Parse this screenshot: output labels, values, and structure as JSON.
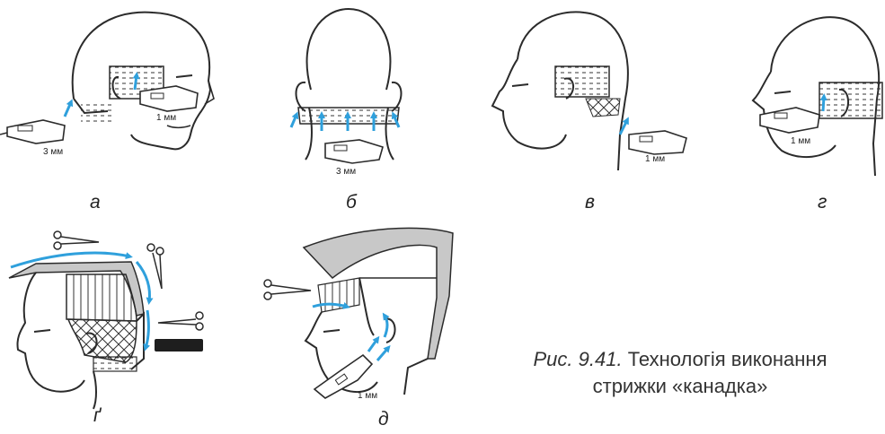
{
  "panels": [
    {
      "id": "a",
      "label": "а",
      "annotations": [
        "3 мм",
        "1 мм"
      ]
    },
    {
      "id": "b",
      "label": "б",
      "annotations": [
        "3 мм"
      ]
    },
    {
      "id": "v",
      "label": "в",
      "annotations": [
        "1 мм"
      ]
    },
    {
      "id": "h",
      "label": "г",
      "annotations": [
        "1 мм"
      ]
    },
    {
      "id": "g",
      "label": "ґ",
      "annotations": []
    },
    {
      "id": "d",
      "label": "д",
      "annotations": [
        "1 мм"
      ]
    }
  ],
  "caption": {
    "figure": "Рис. 9.41.",
    "text_line1": " Технологія виконання",
    "text_line2": "стрижки «канадка»"
  },
  "colors": {
    "arrow": "#2fa0dc",
    "line": "#2b2b2b",
    "gray_zone": "#c8c8c8"
  }
}
